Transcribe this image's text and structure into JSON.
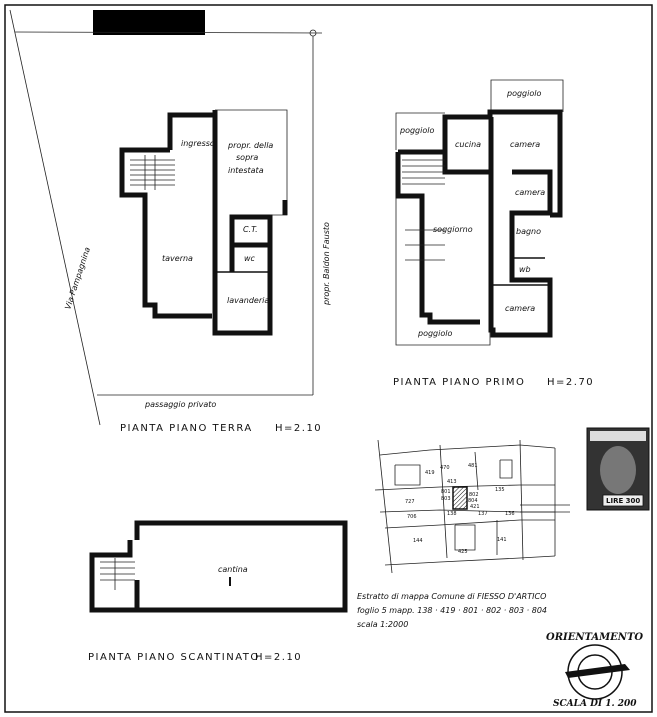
{
  "ground_floor": {
    "rooms": {
      "ingresso": "ingresso",
      "propr_line1": "propr. della",
      "propr_line2": "sopra",
      "propr_line3": "intestata",
      "ct": "C.T.",
      "wc": "wc",
      "taverna": "taverna",
      "lavanderia": "lavanderia"
    },
    "street": "Via Pampagnina",
    "neighbor": "propr. Baldon Fausto",
    "passage": "passaggio privato",
    "caption": "PIANTA PIANO TERRA",
    "height": "H=2.10"
  },
  "first_floor": {
    "rooms": {
      "poggiolo_top": "poggiolo",
      "poggiolo_left": "poggiolo",
      "cucina": "cucina",
      "camera1": "camera",
      "camera2": "camera",
      "bagno": "bagno",
      "wb": "wb",
      "camera3": "camera",
      "soggiorno": "soggiorno",
      "poggiolo_bottom": "poggiolo"
    },
    "caption": "PIANTA PIANO PRIMO",
    "height": "H=2.70"
  },
  "basement": {
    "room": "cantina",
    "caption": "PIANTA PIANO SCANTINATO",
    "height": "H=2.10"
  },
  "map_extract": {
    "parcels": [
      "470",
      "481",
      "413",
      "419",
      "135",
      "727",
      "706",
      "138",
      "137",
      "136",
      "144",
      "425",
      "141",
      "801",
      "802",
      "803",
      "804",
      "421"
    ],
    "line1": "Estratto di mappa  Comune di FIESSO D'ARTICO",
    "line2": "foglio 5  mapp. 138 · 419 · 801 · 802 · 803 · 804",
    "line3": "scala  1:2000"
  },
  "stamp": {
    "value": "LIRE 300"
  },
  "orientation": {
    "label": "ORIENTAMENTO",
    "scale": "SCALA DI 1. 200"
  }
}
